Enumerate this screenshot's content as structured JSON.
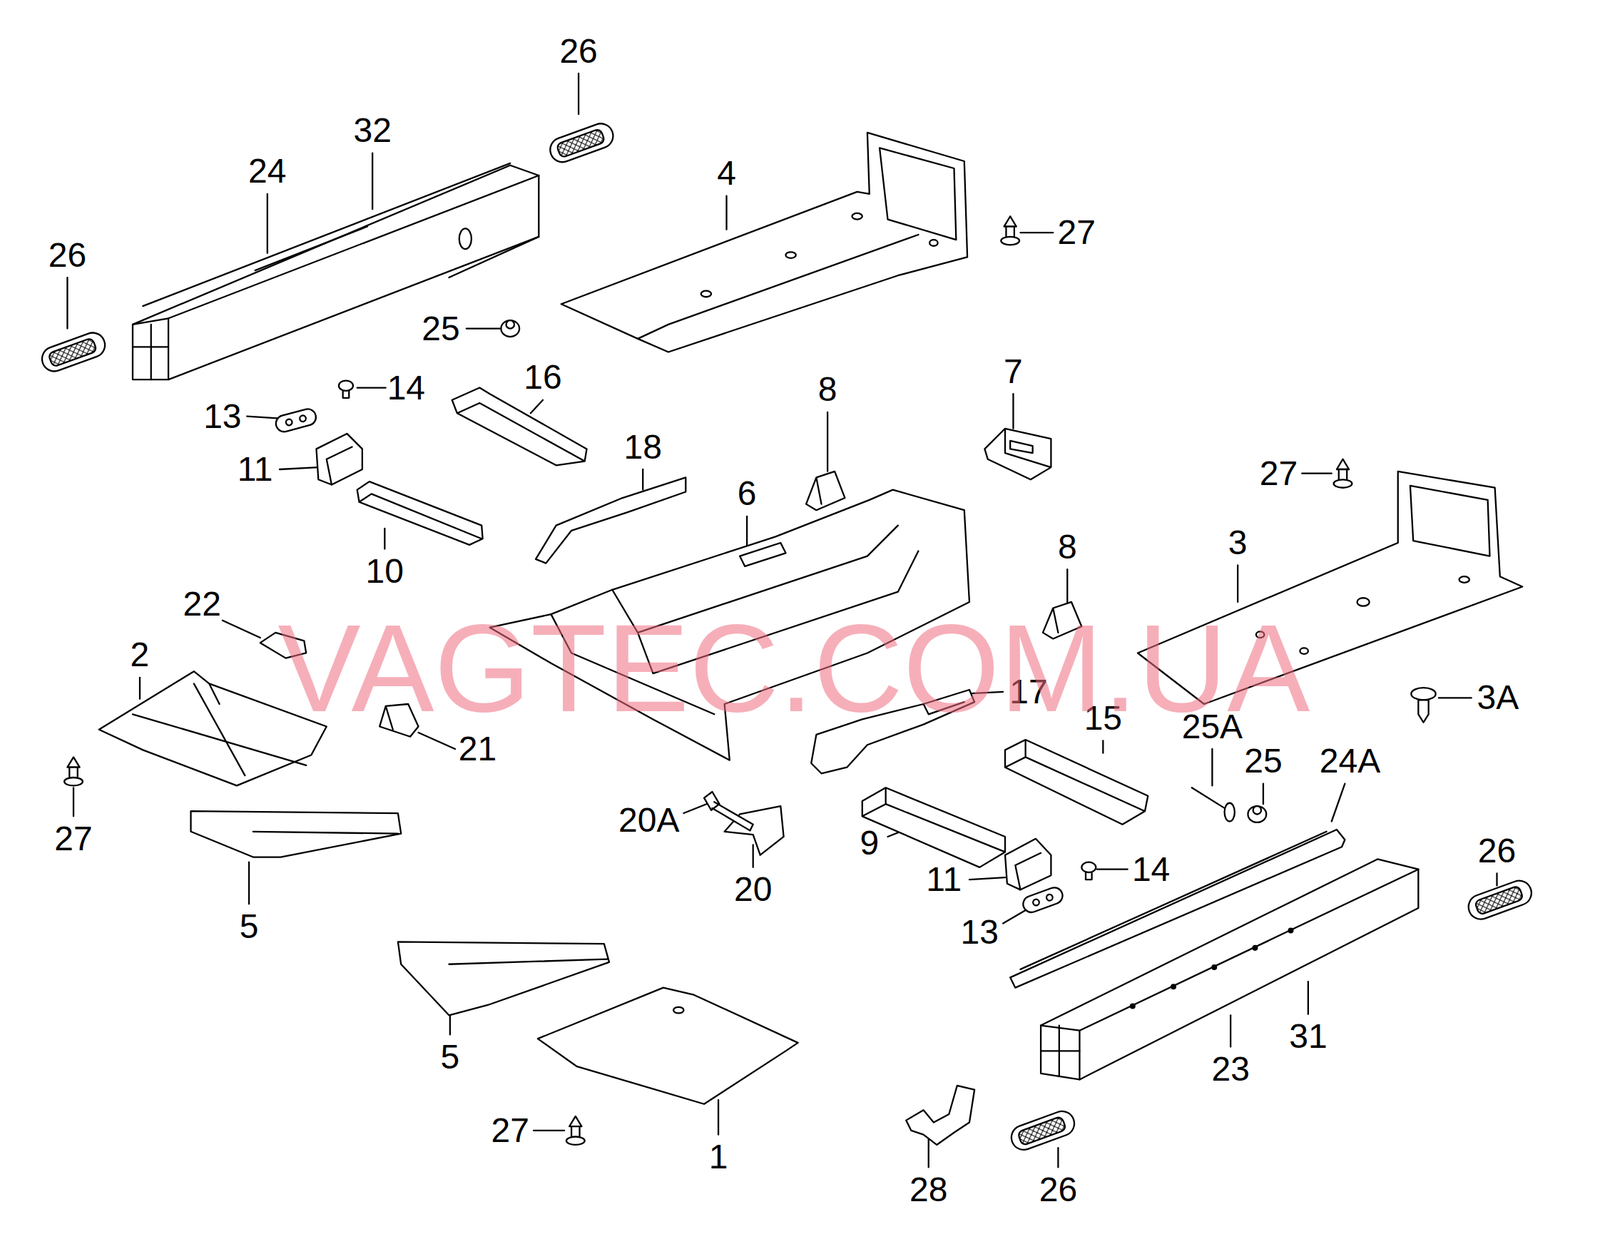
{
  "diagram": {
    "labels": [
      "26",
      "32",
      "24",
      "4",
      "27",
      "26",
      "25",
      "13",
      "14",
      "16",
      "8",
      "7",
      "11",
      "18",
      "6",
      "27",
      "3",
      "8",
      "10",
      "22",
      "2",
      "17",
      "3A",
      "15",
      "25A",
      "21",
      "24A",
      "25",
      "27",
      "20A",
      "9",
      "11",
      "14",
      "20",
      "5",
      "26",
      "13",
      "31",
      "5",
      "23",
      "27",
      "1",
      "28",
      "26",
      "VAGTEC.COM.UA"
    ]
  }
}
